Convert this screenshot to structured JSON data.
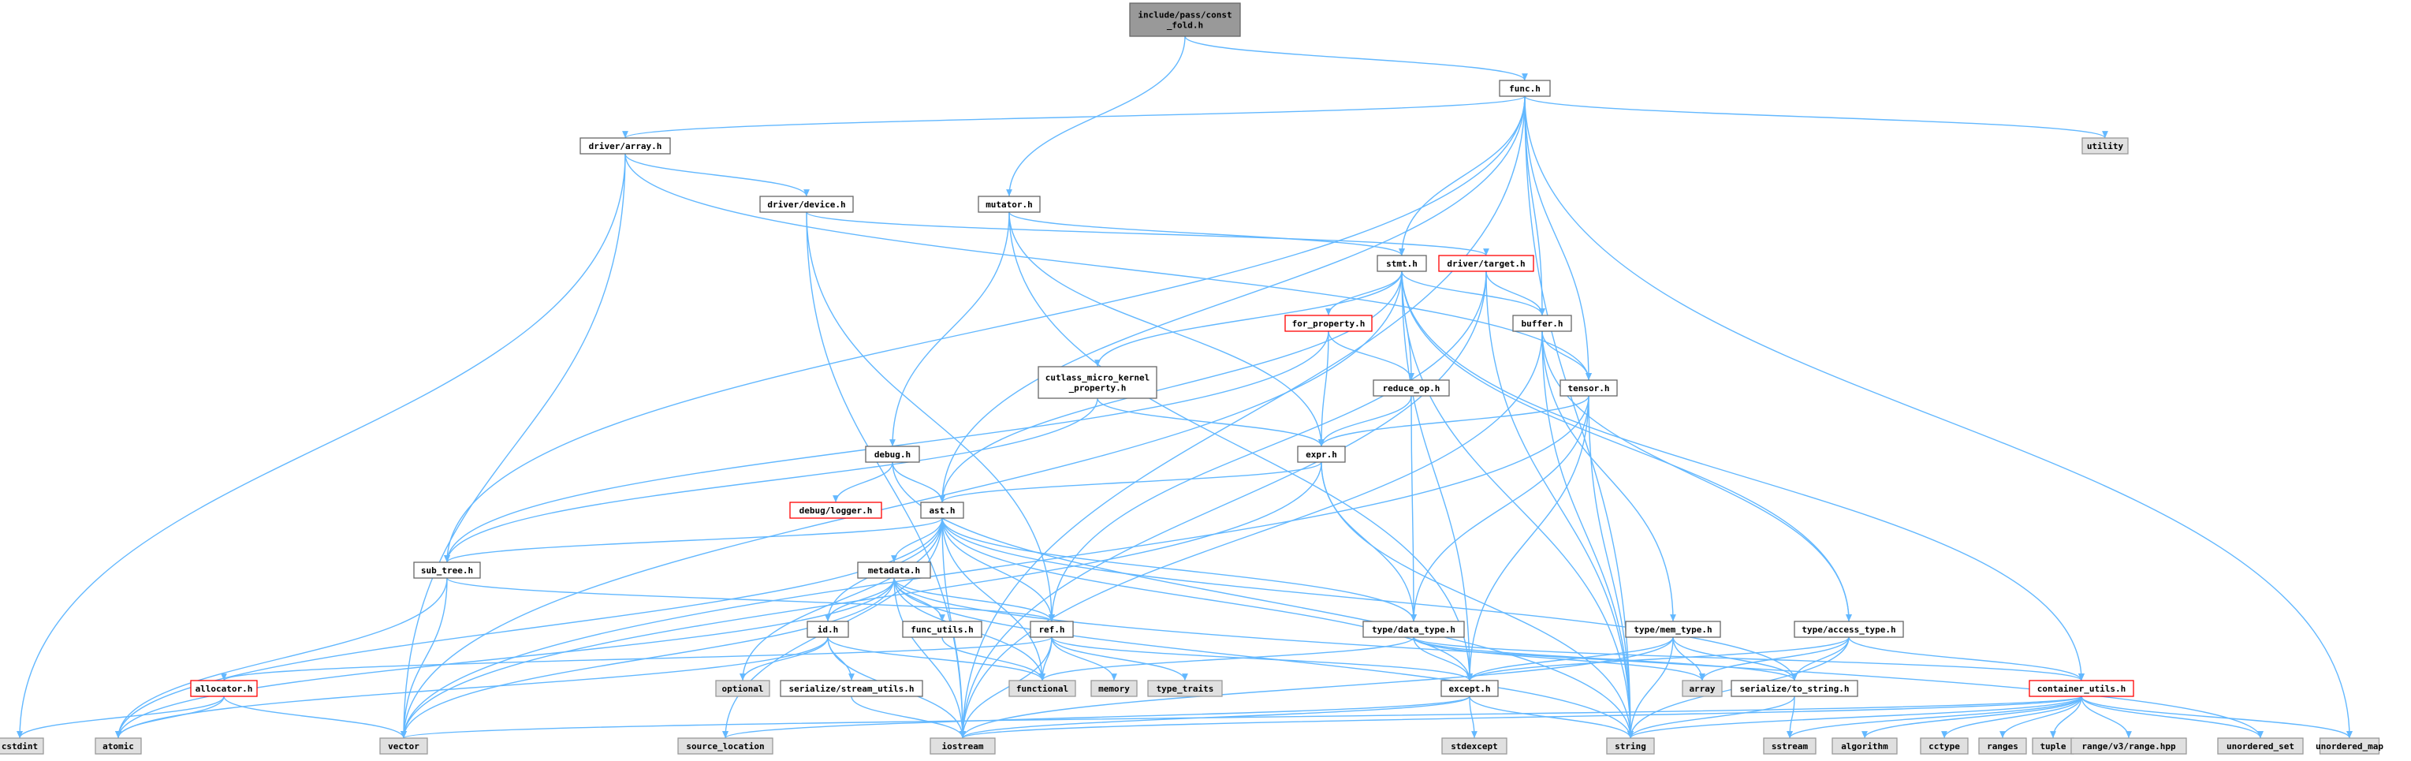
{
  "graph": {
    "colors": {
      "edge": "#63b8ff",
      "root_fill": "#999999",
      "root_stroke": "#666666",
      "local_fill": "#ffffff",
      "local_stroke": "#666666",
      "system_fill": "#e0e0e0",
      "system_stroke": "#999999",
      "truncated_stroke": "#ff0000"
    },
    "nodes": [
      {
        "id": "root",
        "lines": [
          "include/pass/const",
          "_fold.h"
        ],
        "kind": "root"
      },
      {
        "id": "func",
        "lines": [
          "func.h"
        ],
        "kind": "local"
      },
      {
        "id": "driver_array",
        "lines": [
          "driver/array.h"
        ],
        "kind": "local"
      },
      {
        "id": "utility",
        "lines": [
          "utility"
        ],
        "kind": "system"
      },
      {
        "id": "driver_device",
        "lines": [
          "driver/device.h"
        ],
        "kind": "local"
      },
      {
        "id": "mutator",
        "lines": [
          "mutator.h"
        ],
        "kind": "local"
      },
      {
        "id": "stmt",
        "lines": [
          "stmt.h"
        ],
        "kind": "local"
      },
      {
        "id": "driver_target",
        "lines": [
          "driver/target.h"
        ],
        "kind": "truncated"
      },
      {
        "id": "for_property",
        "lines": [
          "for_property.h"
        ],
        "kind": "truncated"
      },
      {
        "id": "buffer",
        "lines": [
          "buffer.h"
        ],
        "kind": "local"
      },
      {
        "id": "cutlass",
        "lines": [
          "cutlass_micro_kernel",
          "_property.h"
        ],
        "kind": "local"
      },
      {
        "id": "reduce_op",
        "lines": [
          "reduce_op.h"
        ],
        "kind": "local"
      },
      {
        "id": "tensor",
        "lines": [
          "tensor.h"
        ],
        "kind": "local"
      },
      {
        "id": "debug",
        "lines": [
          "debug.h"
        ],
        "kind": "local"
      },
      {
        "id": "expr",
        "lines": [
          "expr.h"
        ],
        "kind": "local"
      },
      {
        "id": "debug_logger",
        "lines": [
          "debug/logger.h"
        ],
        "kind": "truncated"
      },
      {
        "id": "ast",
        "lines": [
          "ast.h"
        ],
        "kind": "local"
      },
      {
        "id": "sub_tree",
        "lines": [
          "sub_tree.h"
        ],
        "kind": "local"
      },
      {
        "id": "metadata",
        "lines": [
          "metadata.h"
        ],
        "kind": "local"
      },
      {
        "id": "id",
        "lines": [
          "id.h"
        ],
        "kind": "local"
      },
      {
        "id": "func_utils",
        "lines": [
          "func_utils.h"
        ],
        "kind": "local"
      },
      {
        "id": "ref",
        "lines": [
          "ref.h"
        ],
        "kind": "local"
      },
      {
        "id": "data_type",
        "lines": [
          "type/data_type.h"
        ],
        "kind": "local"
      },
      {
        "id": "mem_type",
        "lines": [
          "type/mem_type.h"
        ],
        "kind": "local"
      },
      {
        "id": "access_type",
        "lines": [
          "type/access_type.h"
        ],
        "kind": "local"
      },
      {
        "id": "allocator",
        "lines": [
          "allocator.h"
        ],
        "kind": "truncated"
      },
      {
        "id": "optional",
        "lines": [
          "optional"
        ],
        "kind": "system"
      },
      {
        "id": "stream_utils",
        "lines": [
          "serialize/stream_utils.h"
        ],
        "kind": "local"
      },
      {
        "id": "functional",
        "lines": [
          "functional"
        ],
        "kind": "system"
      },
      {
        "id": "memory",
        "lines": [
          "memory"
        ],
        "kind": "system"
      },
      {
        "id": "type_traits",
        "lines": [
          "type_traits"
        ],
        "kind": "system"
      },
      {
        "id": "except",
        "lines": [
          "except.h"
        ],
        "kind": "local"
      },
      {
        "id": "array",
        "lines": [
          "array"
        ],
        "kind": "system"
      },
      {
        "id": "to_string",
        "lines": [
          "serialize/to_string.h"
        ],
        "kind": "local"
      },
      {
        "id": "container_utils",
        "lines": [
          "container_utils.h"
        ],
        "kind": "truncated"
      },
      {
        "id": "cstdint",
        "lines": [
          "cstdint"
        ],
        "kind": "system"
      },
      {
        "id": "atomic",
        "lines": [
          "atomic"
        ],
        "kind": "system"
      },
      {
        "id": "vector",
        "lines": [
          "vector"
        ],
        "kind": "system"
      },
      {
        "id": "source_location",
        "lines": [
          "source_location"
        ],
        "kind": "system"
      },
      {
        "id": "iostream",
        "lines": [
          "iostream"
        ],
        "kind": "system"
      },
      {
        "id": "stdexcept",
        "lines": [
          "stdexcept"
        ],
        "kind": "system"
      },
      {
        "id": "string",
        "lines": [
          "string"
        ],
        "kind": "system"
      },
      {
        "id": "sstream",
        "lines": [
          "sstream"
        ],
        "kind": "system"
      },
      {
        "id": "algorithm",
        "lines": [
          "algorithm"
        ],
        "kind": "system"
      },
      {
        "id": "cctype",
        "lines": [
          "cctype"
        ],
        "kind": "system"
      },
      {
        "id": "ranges",
        "lines": [
          "ranges"
        ],
        "kind": "system"
      },
      {
        "id": "tuple",
        "lines": [
          "tuple"
        ],
        "kind": "system"
      },
      {
        "id": "range_v3",
        "lines": [
          "range/v3/range.hpp"
        ],
        "kind": "system"
      },
      {
        "id": "unordered_set",
        "lines": [
          "unordered_set"
        ],
        "kind": "system"
      },
      {
        "id": "unordered_map",
        "lines": [
          "unordered_map"
        ],
        "kind": "system"
      }
    ],
    "edges": [
      [
        "root",
        "func"
      ],
      [
        "root",
        "mutator"
      ],
      [
        "func",
        "driver_array"
      ],
      [
        "func",
        "utility"
      ],
      [
        "func",
        "stmt"
      ],
      [
        "func",
        "buffer"
      ],
      [
        "func",
        "tensor"
      ],
      [
        "func",
        "ast"
      ],
      [
        "func",
        "iostream"
      ],
      [
        "func",
        "string"
      ],
      [
        "func",
        "unordered_map"
      ],
      [
        "func",
        "sub_tree"
      ],
      [
        "driver_array",
        "driver_device"
      ],
      [
        "driver_array",
        "vector"
      ],
      [
        "driver_array",
        "cstdint"
      ],
      [
        "driver_array",
        "tensor"
      ],
      [
        "driver_device",
        "driver_target"
      ],
      [
        "driver_device",
        "ref"
      ],
      [
        "driver_device",
        "iostream"
      ],
      [
        "mutator",
        "stmt"
      ],
      [
        "mutator",
        "expr"
      ],
      [
        "mutator",
        "debug"
      ],
      [
        "mutator",
        "except"
      ],
      [
        "stmt",
        "for_property"
      ],
      [
        "stmt",
        "buffer"
      ],
      [
        "stmt",
        "cutlass"
      ],
      [
        "stmt",
        "reduce_op"
      ],
      [
        "stmt",
        "ast"
      ],
      [
        "stmt",
        "vector"
      ],
      [
        "stmt",
        "except"
      ],
      [
        "stmt",
        "string"
      ],
      [
        "stmt",
        "container_utils"
      ],
      [
        "stmt",
        "access_type"
      ],
      [
        "driver_target",
        "buffer"
      ],
      [
        "driver_target",
        "ref"
      ],
      [
        "driver_target",
        "string"
      ],
      [
        "driver_target",
        "iostream"
      ],
      [
        "for_property",
        "expr"
      ],
      [
        "for_property",
        "reduce_op"
      ],
      [
        "for_property",
        "sub_tree"
      ],
      [
        "buffer",
        "tensor"
      ],
      [
        "buffer",
        "mem_type"
      ],
      [
        "buffer",
        "access_type"
      ],
      [
        "buffer",
        "iostream"
      ],
      [
        "buffer",
        "string"
      ],
      [
        "cutlass",
        "expr"
      ],
      [
        "cutlass",
        "sub_tree"
      ],
      [
        "reduce_op",
        "expr"
      ],
      [
        "reduce_op",
        "data_type"
      ],
      [
        "tensor",
        "expr"
      ],
      [
        "tensor",
        "data_type"
      ],
      [
        "tensor",
        "except"
      ],
      [
        "tensor",
        "string"
      ],
      [
        "tensor",
        "vector"
      ],
      [
        "debug",
        "debug_logger"
      ],
      [
        "debug",
        "ast"
      ],
      [
        "debug",
        "string"
      ],
      [
        "expr",
        "ast"
      ],
      [
        "expr",
        "data_type"
      ],
      [
        "expr",
        "string"
      ],
      [
        "expr",
        "vector"
      ],
      [
        "ast",
        "sub_tree"
      ],
      [
        "ast",
        "metadata"
      ],
      [
        "ast",
        "id"
      ],
      [
        "ast",
        "ref"
      ],
      [
        "ast",
        "data_type"
      ],
      [
        "ast",
        "to_string"
      ],
      [
        "ast",
        "functional"
      ],
      [
        "ast",
        "iostream"
      ],
      [
        "ast",
        "optional"
      ],
      [
        "ast",
        "source_location"
      ],
      [
        "ast",
        "except"
      ],
      [
        "ast",
        "atomic"
      ],
      [
        "sub_tree",
        "ref"
      ],
      [
        "sub_tree",
        "vector"
      ],
      [
        "sub_tree",
        "atomic"
      ],
      [
        "metadata",
        "id"
      ],
      [
        "metadata",
        "func_utils"
      ],
      [
        "metadata",
        "ref"
      ],
      [
        "metadata",
        "vector"
      ],
      [
        "metadata",
        "iostream"
      ],
      [
        "metadata",
        "functional"
      ],
      [
        "metadata",
        "unordered_set"
      ],
      [
        "metadata",
        "string"
      ],
      [
        "metadata",
        "atomic"
      ],
      [
        "id",
        "stream_utils"
      ],
      [
        "id",
        "optional"
      ],
      [
        "id",
        "functional"
      ],
      [
        "id",
        "atomic"
      ],
      [
        "id",
        "iostream"
      ],
      [
        "func_utils",
        "functional"
      ],
      [
        "ref",
        "allocator"
      ],
      [
        "ref",
        "memory"
      ],
      [
        "ref",
        "type_traits"
      ],
      [
        "ref",
        "functional"
      ],
      [
        "ref",
        "except"
      ],
      [
        "ref",
        "iostream"
      ],
      [
        "data_type",
        "except"
      ],
      [
        "data_type",
        "to_string"
      ],
      [
        "data_type",
        "array"
      ],
      [
        "data_type",
        "container_utils"
      ],
      [
        "data_type",
        "functional"
      ],
      [
        "mem_type",
        "except"
      ],
      [
        "mem_type",
        "array"
      ],
      [
        "mem_type",
        "to_string"
      ],
      [
        "mem_type",
        "string"
      ],
      [
        "mem_type",
        "iostream"
      ],
      [
        "access_type",
        "except"
      ],
      [
        "access_type",
        "array"
      ],
      [
        "access_type",
        "to_string"
      ],
      [
        "access_type",
        "string"
      ],
      [
        "access_type",
        "container_utils"
      ],
      [
        "allocator",
        "vector"
      ],
      [
        "allocator",
        "atomic"
      ],
      [
        "allocator",
        "cstdint"
      ],
      [
        "stream_utils",
        "iostream"
      ],
      [
        "except",
        "stdexcept"
      ],
      [
        "except",
        "string"
      ],
      [
        "except",
        "source_location"
      ],
      [
        "except",
        "iostream"
      ],
      [
        "to_string",
        "sstream"
      ],
      [
        "to_string",
        "string"
      ],
      [
        "container_utils",
        "algorithm"
      ],
      [
        "container_utils",
        "cctype"
      ],
      [
        "container_utils",
        "ranges"
      ],
      [
        "container_utils",
        "tuple"
      ],
      [
        "container_utils",
        "range_v3"
      ],
      [
        "container_utils",
        "unordered_set"
      ],
      [
        "container_utils",
        "unordered_map"
      ],
      [
        "container_utils",
        "vector"
      ],
      [
        "container_utils",
        "string"
      ],
      [
        "container_utils",
        "sstream"
      ],
      [
        "container_utils",
        "iostream"
      ]
    ]
  }
}
